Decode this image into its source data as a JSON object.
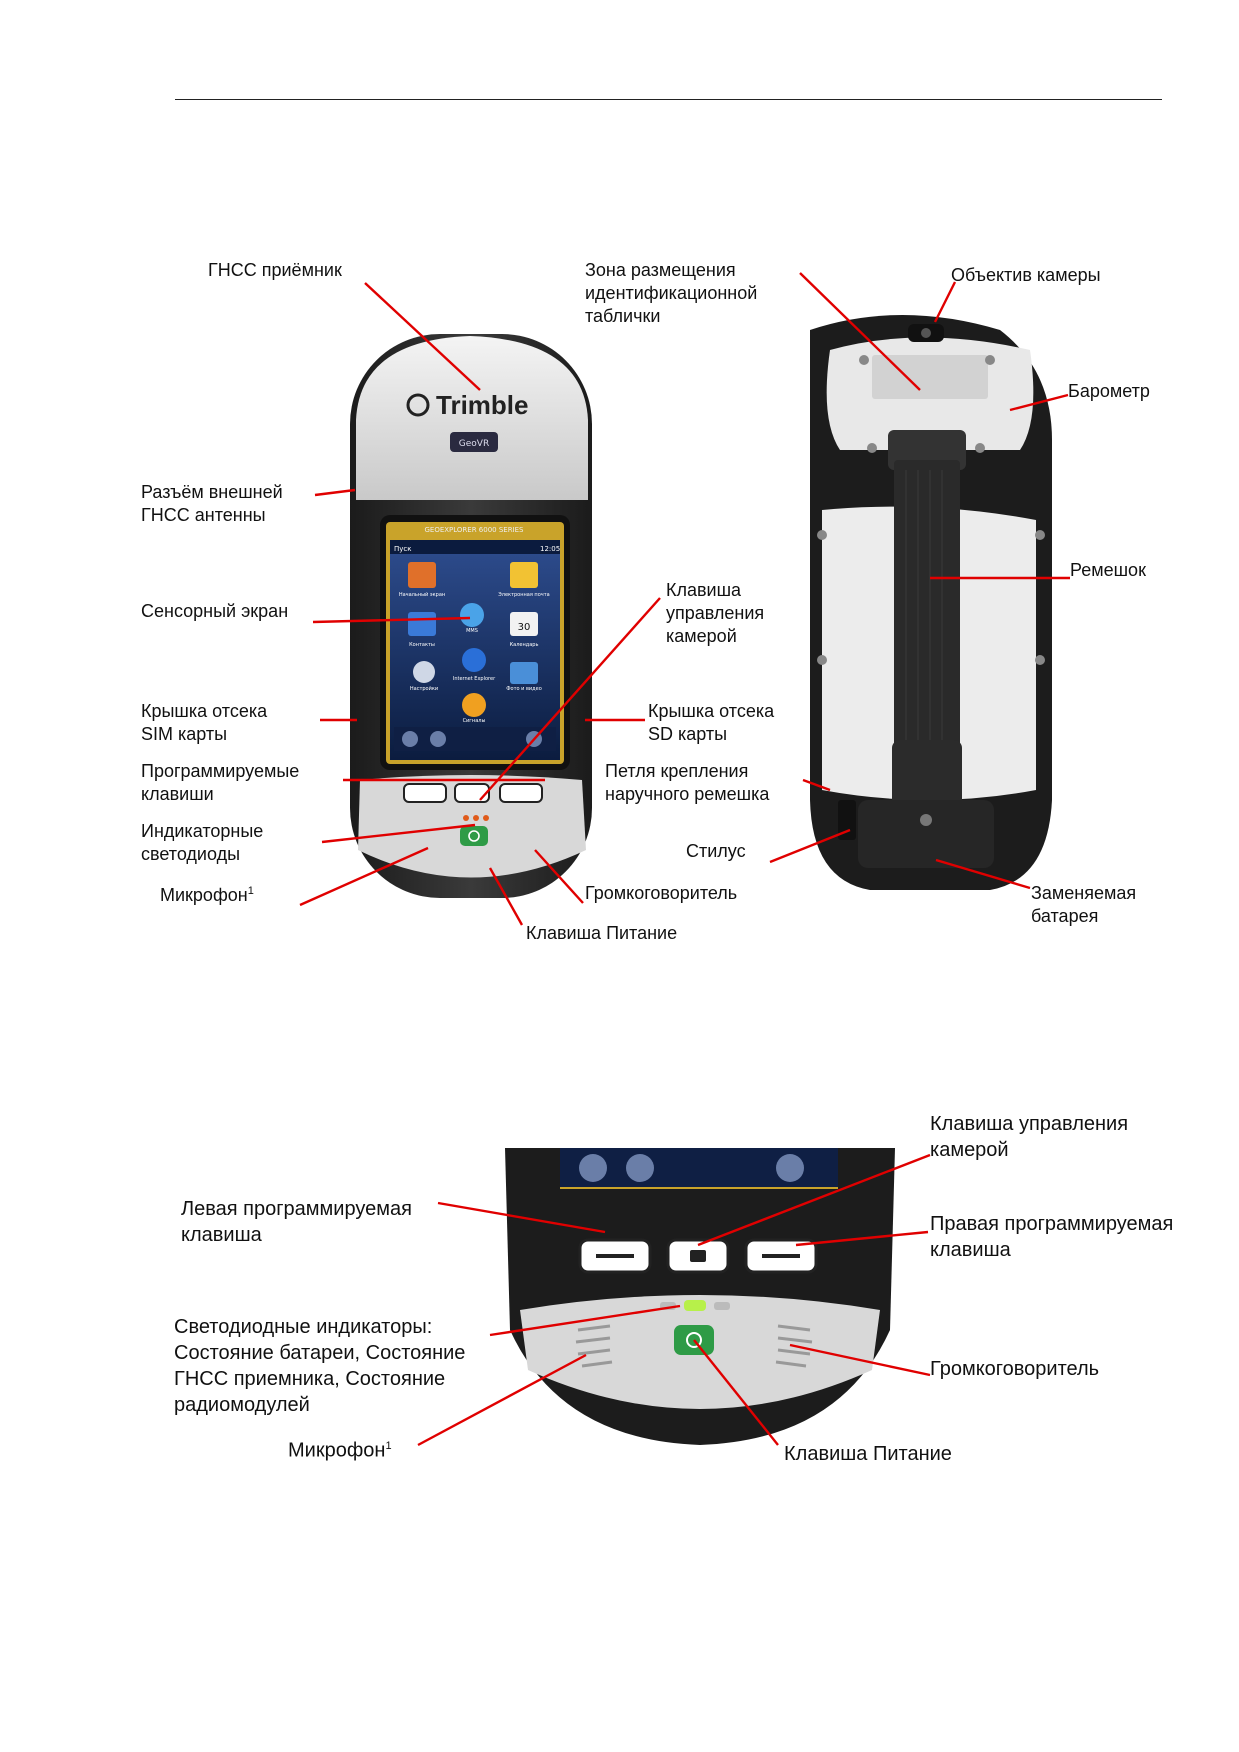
{
  "device": {
    "brand": "Trimble",
    "model_badge": "GeoVR",
    "series": "GEOEXPLORER 6000 SERIES",
    "screen": {
      "start_label": "Пуск",
      "clock": "12:05",
      "tiles": [
        "Начальный экран",
        "Электронная почта",
        "MMS",
        "Контакты",
        "Календарь",
        "Internet Explorer",
        "Настройки",
        "Фото и видео",
        "Сигналы"
      ],
      "calendar_day": "30"
    }
  },
  "figure1": {
    "labels": {
      "gnss_receiver": "ГНСС приёмник",
      "id_plate_zone": "Зона размещения\nидентификационной\nтаблички",
      "camera_lens": "Объектив камеры",
      "barometer": "Барометр",
      "ext_antenna": "Разъём внешней\nГНСС антенны",
      "touch_screen": "Сенсорный экран",
      "camera_key": "Клавиша\nуправления\nкамерой",
      "strap": "Ремешок",
      "sim_cover": "Крышка отсека\nSIM карты",
      "sd_cover": "Крышка отсека\nSD карты",
      "prog_keys": "Программируемые\nклавиши",
      "wrist_loop": "Петля крепления\nнаручного ремешка",
      "leds": "Индикаторные\nсветодиоды",
      "stylus": "Стилус",
      "microphone": "Микрофон",
      "mic_note": "1",
      "speaker": "Громкоговоритель",
      "battery": "Заменяемая\nбатарея",
      "power_key": "Клавиша Питание"
    }
  },
  "figure2": {
    "labels": {
      "camera_key": "Клавиша управления\nкамерой",
      "left_key": "Левая программируемая\nклавиша",
      "right_key": "Правая программируемая\nклавиша",
      "led_indicators": "Светодиодные индикаторы:\nСостояние батареи, Состояние\nГНСС приемника, Состояние\nрадиомодулей",
      "speaker": "Громкоговоритель",
      "microphone": "Микрофон",
      "mic_note": "1",
      "power_key": "Клавиша Питание"
    }
  }
}
